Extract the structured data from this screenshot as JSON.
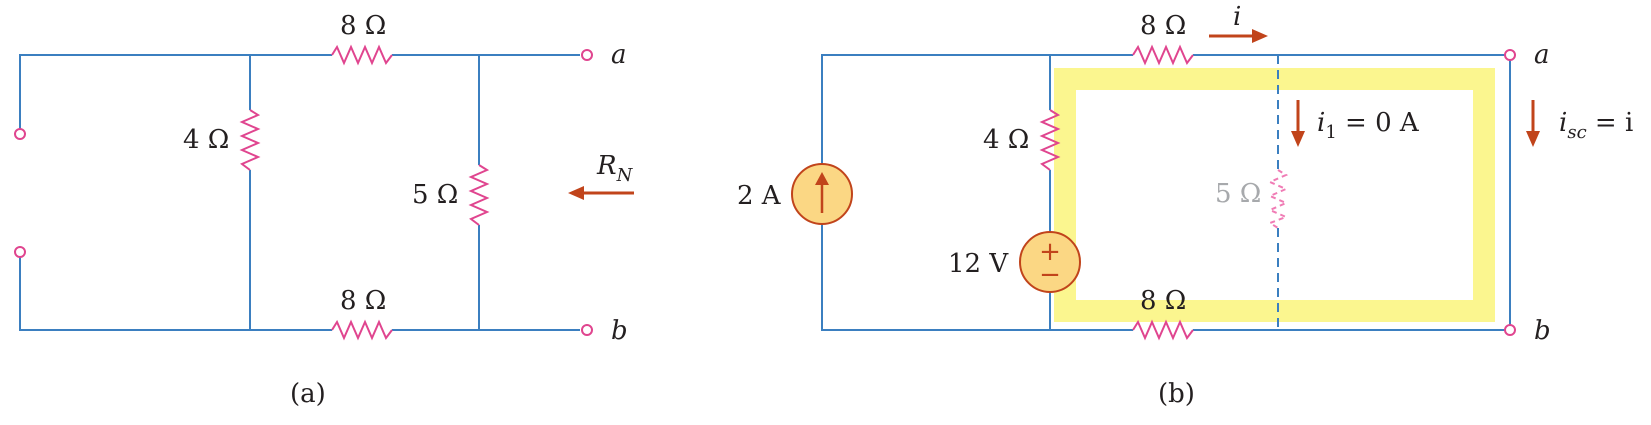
{
  "circuit_a": {
    "caption": "(a)",
    "r_top": "8 Ω",
    "r_left": "4 Ω",
    "r_mid": "5 Ω",
    "r_bottom": "8 Ω",
    "terminal_a": "a",
    "terminal_b": "b",
    "rn_main": "R",
    "rn_sub": "N"
  },
  "circuit_b": {
    "caption": "(b)",
    "r_top": "8 Ω",
    "r_left": "4 Ω",
    "r_mid": "5 Ω",
    "r_bottom": "8 Ω",
    "current_source": "2 A",
    "voltage_source": "12 V",
    "terminal_a": "a",
    "terminal_b": "b",
    "i_top": "i",
    "i1_main": "i",
    "i1_sub": "1",
    "i1_value": " = 0 A",
    "isc_main": "i",
    "isc_sub": "sc",
    "isc_value": " = i",
    "plus": "+",
    "minus": "−"
  },
  "colors": {
    "wire": "#3b7fc0",
    "resistor": "#e0458f",
    "arrow": "#c1441b",
    "source_fill": "#fbd784",
    "highlight": "#fbf68f"
  }
}
